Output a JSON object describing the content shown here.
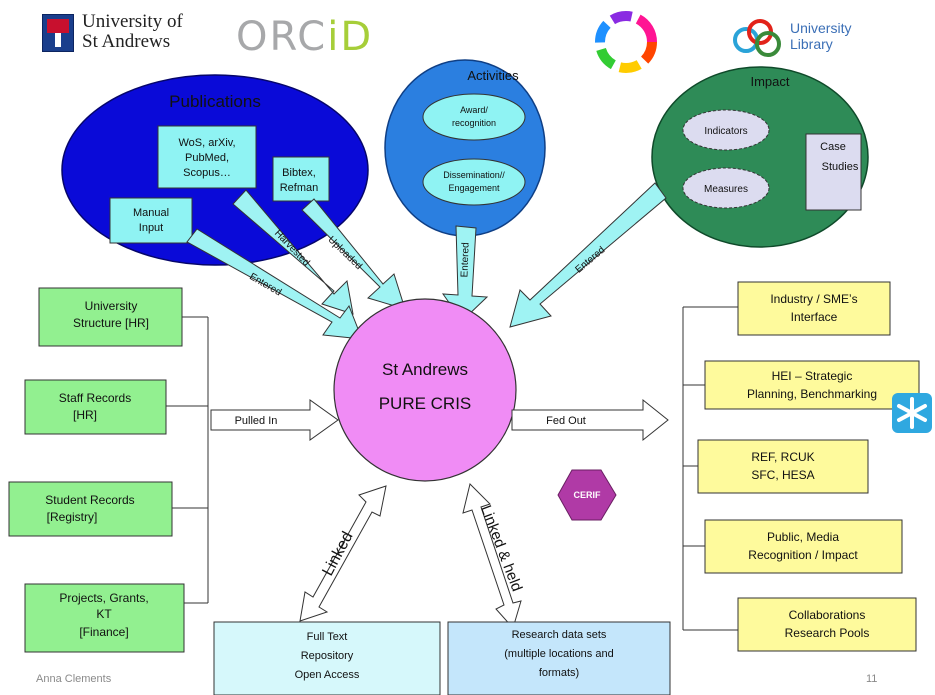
{
  "header": {
    "university_name": "University of\nSt Andrews",
    "orcid_text": "ORC",
    "orcid_suffix": "iD",
    "library_name": "University\nLibrary"
  },
  "center": {
    "line1": "St Andrews",
    "line2": "PURE CRIS"
  },
  "publications": {
    "title": "Publications",
    "sources": [
      {
        "lines": [
          "WoS, arXiv,",
          "PubMed,",
          "Scopus…"
        ]
      },
      {
        "lines": [
          "Bibtex,",
          "Refman"
        ]
      },
      {
        "lines": [
          "Manual",
          "Input"
        ]
      }
    ],
    "arrow_labels": [
      "Harvested",
      "Uploaded",
      "Entered"
    ]
  },
  "activities": {
    "title": "Activities",
    "items": [
      {
        "lines": [
          "Award/",
          "recognition"
        ]
      },
      {
        "lines": [
          "Dissemination//",
          "Engagement"
        ]
      }
    ],
    "arrow_label": "Entered"
  },
  "impact": {
    "title": "Impact",
    "items": [
      "Indicators",
      "Measures"
    ],
    "case_box": [
      "Case",
      "Studies"
    ],
    "arrow_label": "Entered"
  },
  "left_sources": [
    {
      "lines": [
        "University",
        "Structure [HR]"
      ]
    },
    {
      "lines": [
        "Staff Records",
        "[HR]"
      ]
    },
    {
      "lines": [
        "Student Records",
        "[Registry]"
      ]
    },
    {
      "lines": [
        "Projects, Grants,",
        "KT",
        "[Finance]"
      ]
    }
  ],
  "pulled_in_label": "Pulled In",
  "fed_out_label": "Fed Out",
  "right_outputs": [
    {
      "lines": [
        "Industry  / SMEʼs",
        "Interface"
      ]
    },
    {
      "lines": [
        "HEI – Strategic",
        "Planning, Benchmarking"
      ]
    },
    {
      "lines": [
        "REF, RCUK",
        "SFC, HESA"
      ]
    },
    {
      "lines": [
        "Public, Media",
        "Recognition / Impact"
      ]
    },
    {
      "lines": [
        "Collaborations",
        "Research Pools"
      ]
    }
  ],
  "cerif_label": "CERIF",
  "linked_label": "Linked",
  "linked_held_label": "Linked & held",
  "bottom_boxes": [
    {
      "lines": [
        "Full Text",
        "Repository",
        "Open Access"
      ]
    },
    {
      "lines": [
        "Research data sets",
        "(multiple locations and",
        "formats)"
      ]
    }
  ],
  "footer": {
    "author": "Anna Clements",
    "page": "11"
  },
  "colors": {
    "publications_fill": "#0a0ad8",
    "activities_fill": "#2b7fe0",
    "impact_fill": "#2e8b57",
    "center_fill": "#f08cf5",
    "left_box_fill": "#92f090",
    "right_box_fill": "#fefa9c",
    "source_box_fill": "#8ff3f3",
    "arrow_fill": "#9ff3f3",
    "cerif_fill": "#b03aa6"
  }
}
